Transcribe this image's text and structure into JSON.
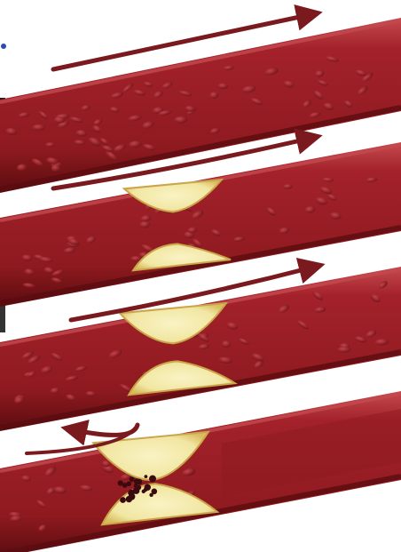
{
  "illustration": {
    "colors": {
      "background": "#ffffff",
      "vessel_wall": "#8e1a1f",
      "vessel_lumen": "#a3212a",
      "vessel_highlight": "#c44a4f",
      "vessel_dark": "#5a0c10",
      "plaque_fill": "#f1e6a2",
      "plaque_edge": "#caa54a",
      "blood_cell": "#7a1218",
      "blood_cell_highlight": "#c9474d",
      "arrow": "#7a1a1f",
      "clot": "#3a0b0e",
      "left_edge_marks": "#2a4bb5",
      "left_edge_pink": "#d936a5"
    },
    "panels": [
      {
        "name": "healthy-artery",
        "plaque_level": 0
      },
      {
        "name": "narrowing-artery",
        "plaque_level": 1
      },
      {
        "name": "severely-narrowed-artery",
        "plaque_level": 2
      },
      {
        "name": "blocked-artery-with-clot",
        "plaque_level": 3
      }
    ],
    "arrows": [
      {
        "name": "flow-arrow-1",
        "direction": "forward"
      },
      {
        "name": "flow-arrow-2",
        "direction": "forward"
      },
      {
        "name": "flow-arrow-3",
        "direction": "forward"
      },
      {
        "name": "flow-arrow-4",
        "direction": "reversed"
      }
    ]
  }
}
